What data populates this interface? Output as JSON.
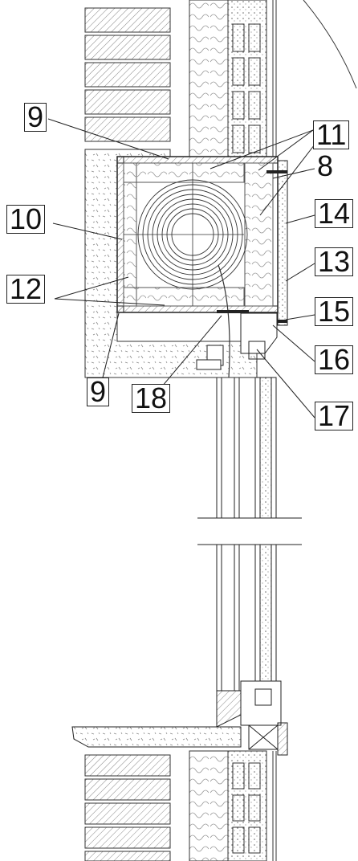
{
  "labels": {
    "l9_top": "9",
    "l11": "11",
    "l8": "8",
    "l10": "10",
    "l14": "14",
    "l13": "13",
    "l12": "12",
    "l15": "15",
    "l16": "16",
    "l9_bottom": "9",
    "l18": "18",
    "l17": "17"
  },
  "colors": {
    "line": "#222222",
    "hatch": "#777777",
    "background": "#ffffff"
  }
}
